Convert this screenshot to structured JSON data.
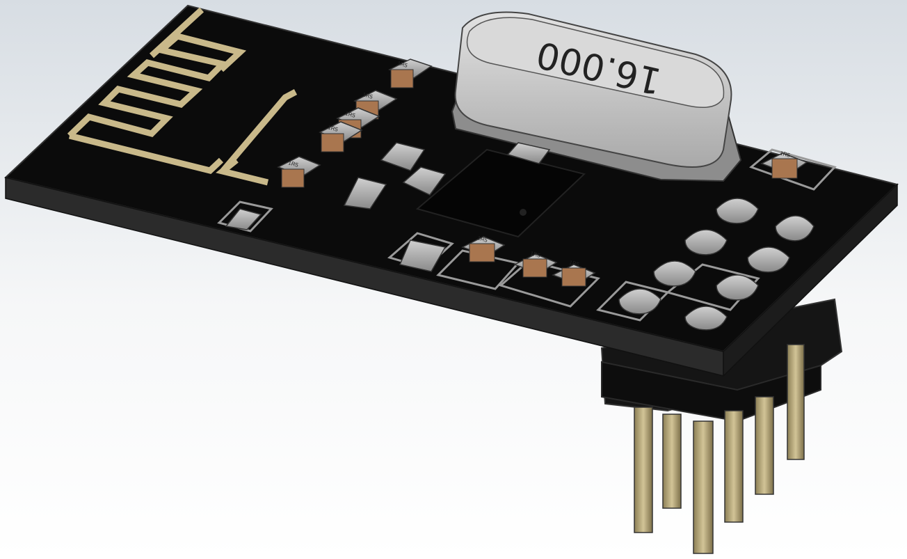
{
  "scene": {
    "subject": "nrf24l01-module",
    "background_top": "#d7dde3",
    "background_bottom": "#ffffff",
    "colors": {
      "pcb": "#0b0b0b",
      "pcb_edge": "#2a2a2a",
      "antenna_trace": "#c9b98a",
      "silkscreen": "#9a9a9a",
      "crystal": "#c9c9c9",
      "component_body": "#a9764f",
      "pin_gold": "#b8a97a",
      "header_plastic": "#151515"
    }
  },
  "crystal": {
    "marking": "16.000"
  },
  "smd_components": [
    {
      "id": "r1",
      "marking": "1R5"
    },
    {
      "id": "r2",
      "marking": "1R5"
    },
    {
      "id": "r3",
      "marking": "1R5"
    },
    {
      "id": "r4",
      "marking": "1R5"
    },
    {
      "id": "r5",
      "marking": "1R5"
    },
    {
      "id": "r6",
      "marking": "1R5"
    },
    {
      "id": "r7",
      "marking": "1R5"
    },
    {
      "id": "r8",
      "marking": "1R5"
    },
    {
      "id": "r9",
      "marking": "1R5"
    }
  ],
  "header": {
    "pin_count": 8,
    "rows": 2
  }
}
